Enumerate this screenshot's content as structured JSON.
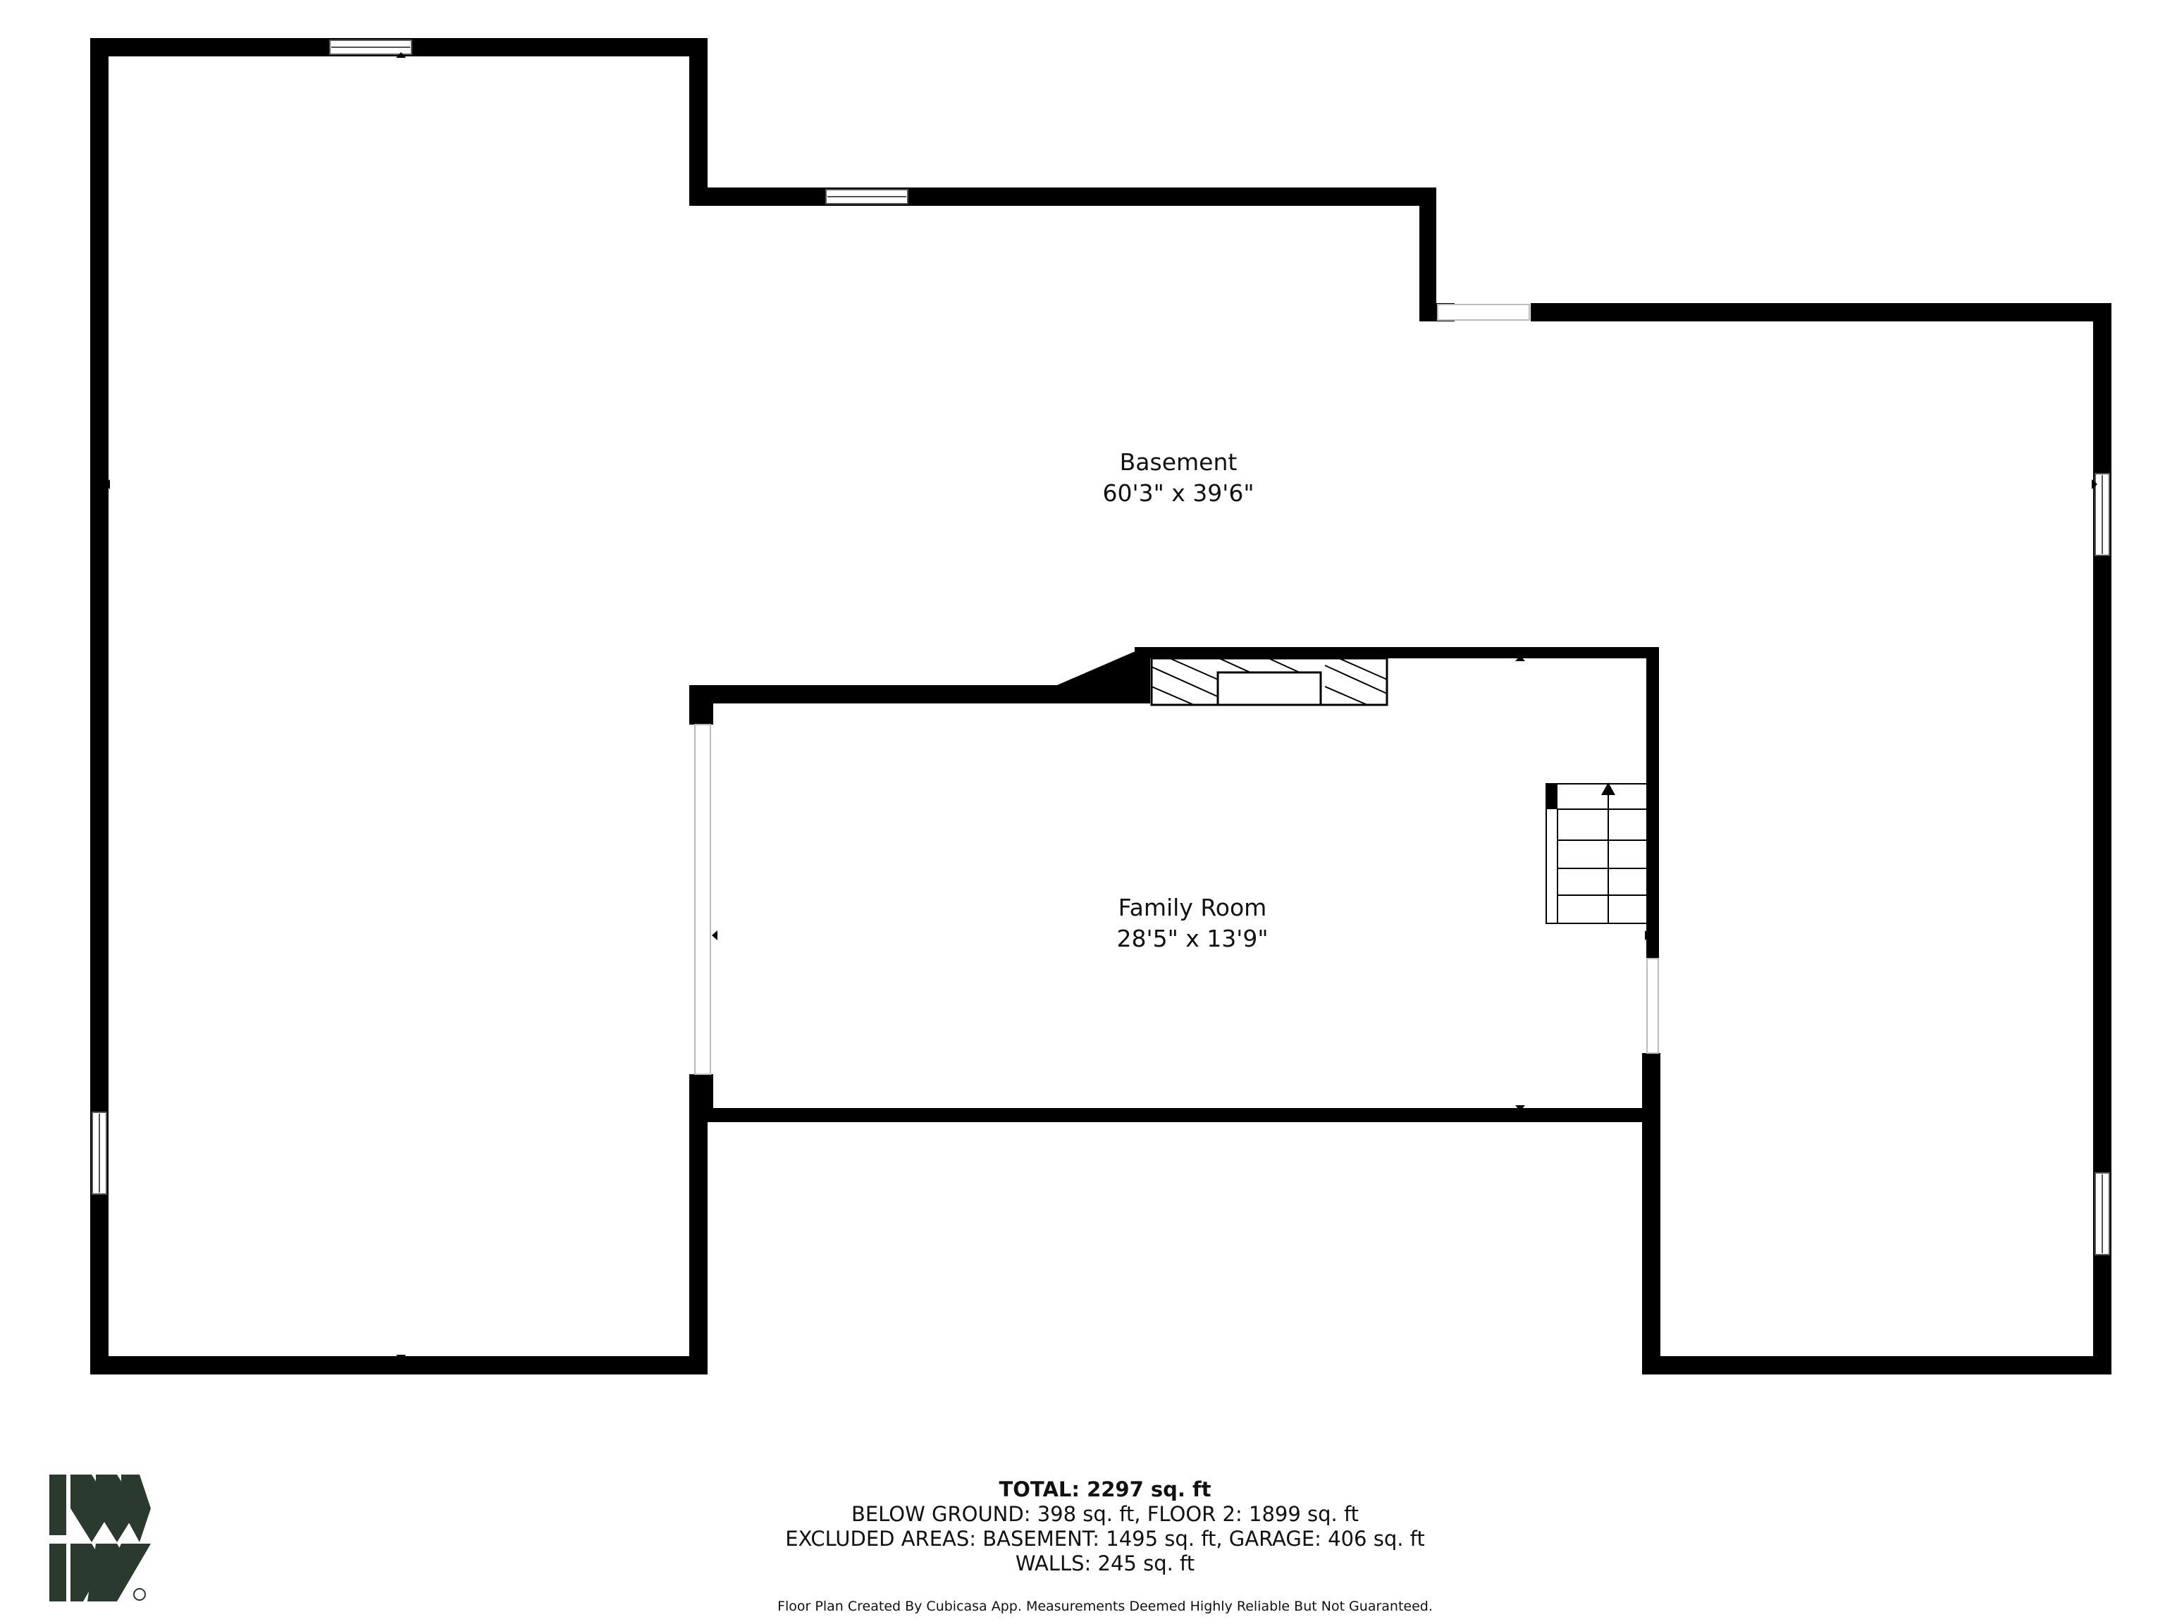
{
  "rooms": [
    {
      "name": "Basement",
      "size": "60'3\" x 39'6\""
    },
    {
      "name": "Family Room",
      "size": "28'5\" x 13'9\""
    }
  ],
  "summary": {
    "total": "TOTAL: 2297 sq. ft",
    "line1": "BELOW GROUND: 398 sq. ft, FLOOR 2: 1899 sq. ft",
    "line2": "EXCLUDED AREAS: BASEMENT: 1495 sq. ft, GARAGE: 406 sq. ft",
    "line3": "WALLS: 245 sq. ft"
  },
  "disclaimer": "Floor Plan Created By Cubicasa App. Measurements Deemed Highly Reliable But Not Guaranteed.",
  "logo": {
    "name": "cubicasa-logo",
    "color": "#2b3a2f"
  },
  "colors": {
    "wall": "#000000",
    "background": "#ffffff"
  }
}
